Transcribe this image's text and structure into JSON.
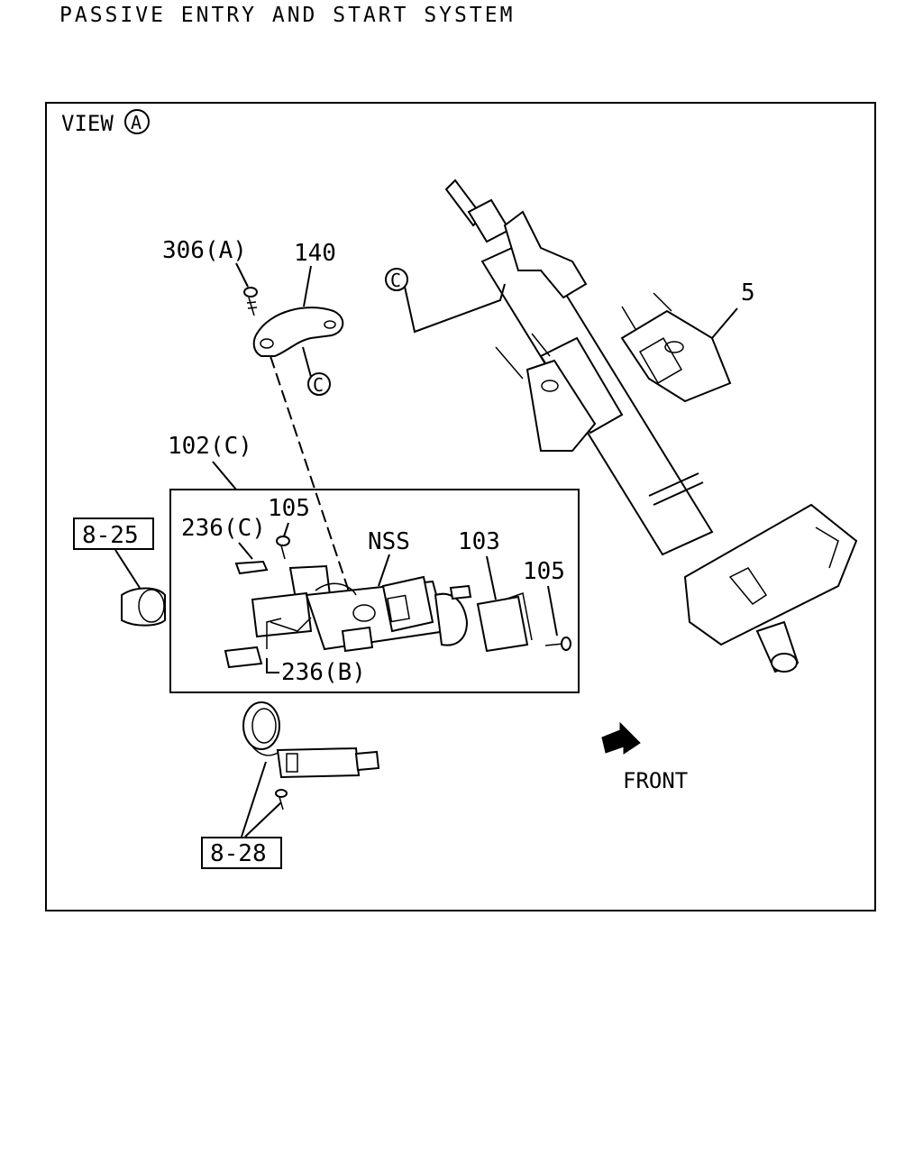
{
  "title": "PASSIVE ENTRY AND START SYSTEM",
  "view": {
    "label": "VIEW",
    "marker": "A"
  },
  "callouts": {
    "c306a": "306(A)",
    "c140": "140",
    "c5": "5",
    "c102c": "102(C)",
    "c105a": "105",
    "c236c": "236(C)",
    "cNSS": "NSS",
    "c103": "103",
    "c105b": "105",
    "c236b": "236(B)",
    "ref_8_25": "8-25",
    "ref_8_28": "8-28",
    "circle_c1": "C",
    "circle_c2": "C",
    "front": "FRONT"
  }
}
